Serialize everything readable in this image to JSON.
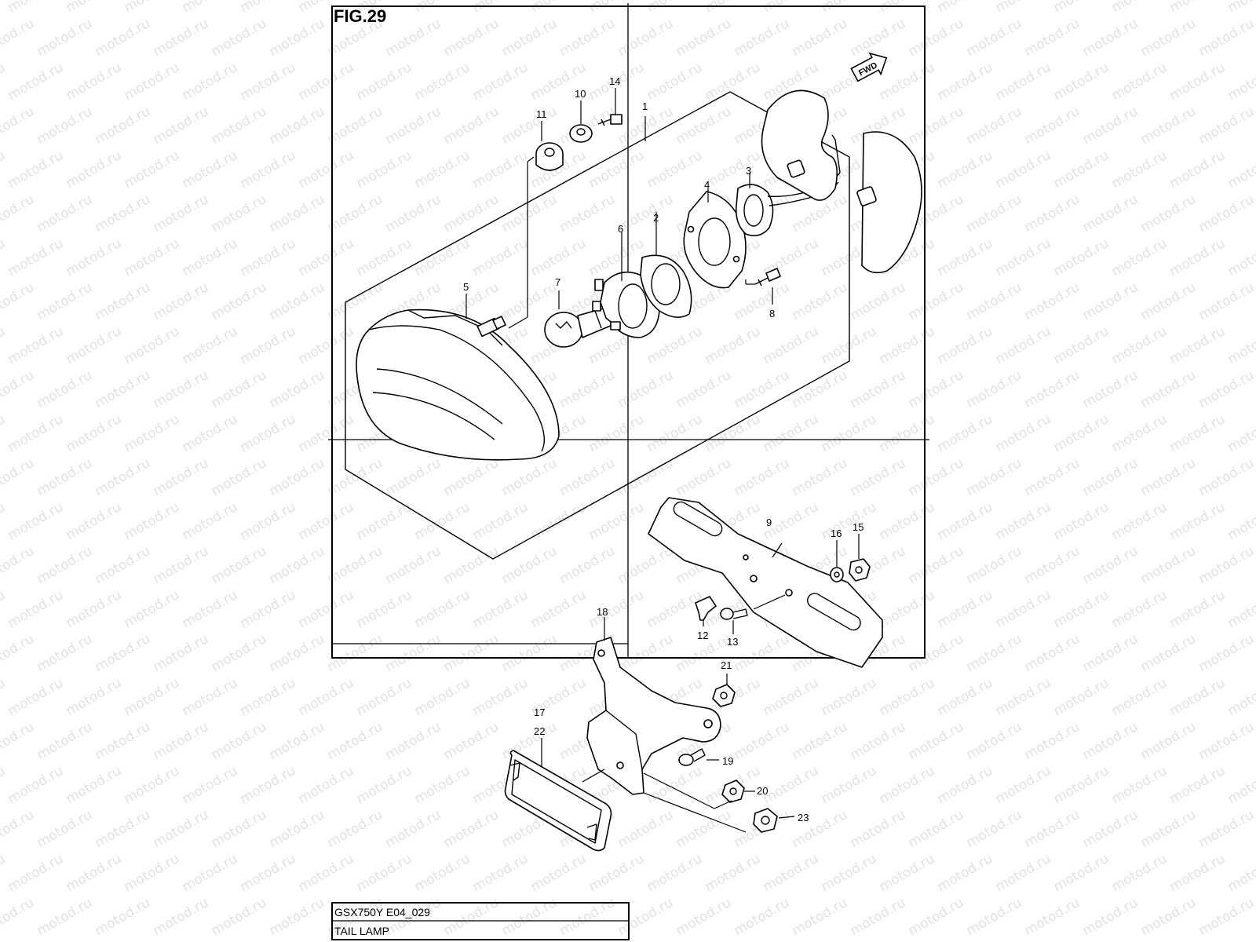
{
  "figure": {
    "title": "FIG.29",
    "fwd_label": "FWD"
  },
  "caption": {
    "model_code": "GSX750Y E04_029",
    "name": "TAIL LAMP"
  },
  "watermark": {
    "text": "motod.ru"
  },
  "part_numbers": {
    "p1": "1",
    "p2": "2",
    "p3": "3",
    "p4": "4",
    "p5": "5",
    "p6": "6",
    "p7": "7",
    "p8": "8",
    "p9": "9",
    "p10": "10",
    "p11": "11",
    "p12": "12",
    "p13": "13",
    "p14": "14",
    "p15": "15",
    "p16": "16",
    "p17": "17",
    "p18": "18",
    "p19": "19",
    "p20": "20",
    "p21": "21",
    "p22": "22",
    "p23": "23"
  }
}
